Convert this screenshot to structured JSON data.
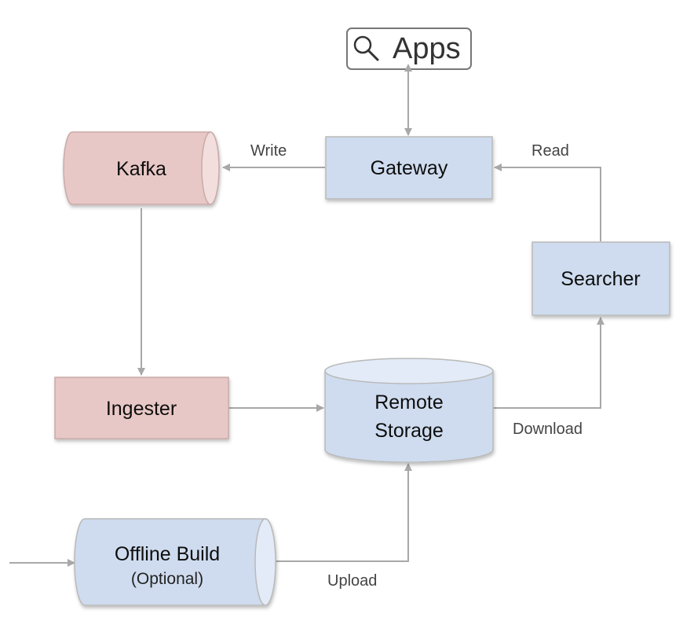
{
  "search_box": {
    "label": "Apps",
    "icon": "search-icon"
  },
  "nodes": {
    "kafka": {
      "label": "Kafka",
      "color": "#e8c8c6"
    },
    "gateway": {
      "label": "Gateway",
      "color": "#cfdcef"
    },
    "searcher": {
      "label": "Searcher",
      "color": "#cfdcef"
    },
    "ingester": {
      "label": "Ingester",
      "color": "#e8c8c6"
    },
    "remote_storage": {
      "label_line1": "Remote",
      "label_line2": "Storage",
      "color": "#cfdcef"
    },
    "offline_build": {
      "label": "Offline Build",
      "sublabel": "(Optional)",
      "color": "#cfdcef"
    }
  },
  "edges": {
    "write": "Write",
    "read": "Read",
    "download": "Download",
    "upload": "Upload"
  },
  "colors": {
    "arrow": "#a8a8a8",
    "node_border": "#b9b9b9",
    "search_border": "#777777"
  }
}
